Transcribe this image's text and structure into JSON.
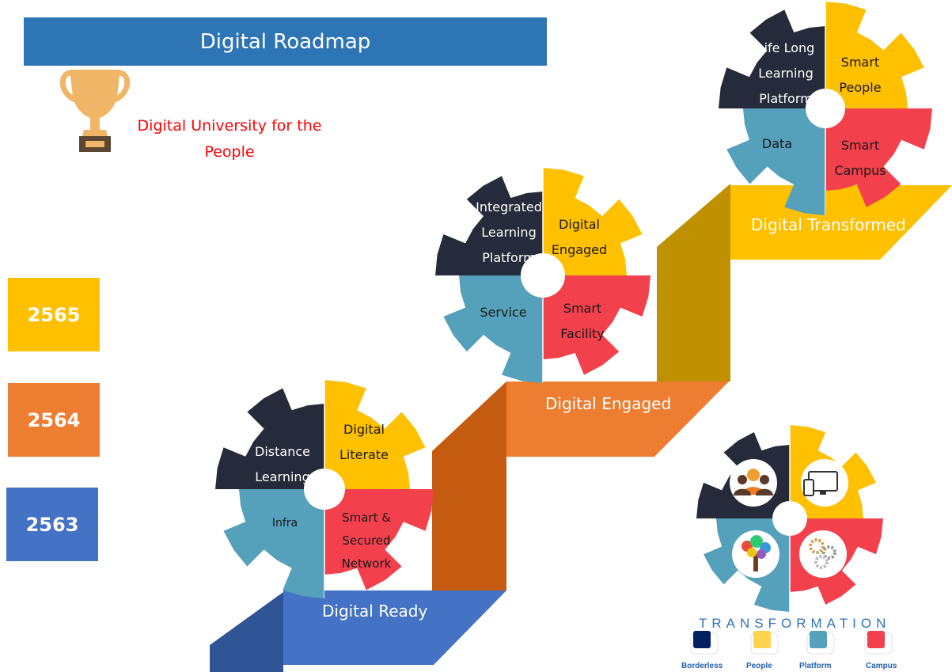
{
  "banner": {
    "title": "Digital Roadmap"
  },
  "subtitle": {
    "line1": "Digital University for the",
    "line2": "People"
  },
  "years": [
    {
      "label": "2565",
      "color": "#ffc000"
    },
    {
      "label": "2564",
      "color": "#ed7d31"
    },
    {
      "label": "2563",
      "color": "#4472c4"
    }
  ],
  "stages": {
    "ready": {
      "label": "Digital Ready",
      "color": "#4472c4"
    },
    "engaged": {
      "label": "Digital Engaged",
      "color": "#ed7d31"
    },
    "transformed": {
      "label": "Digital Transformed",
      "color": "#ffc000"
    }
  },
  "gears": {
    "ready": {
      "top_left": [
        "Distance",
        "Learning"
      ],
      "top_right": [
        "Digital",
        "Literate"
      ],
      "bottom_left": [
        "Infra"
      ],
      "bottom_right": [
        "Smart &",
        "Secured",
        "Network"
      ]
    },
    "engaged": {
      "top_left": [
        "Integrated",
        "Learning",
        "Platform"
      ],
      "top_right": [
        "Digital",
        "Engaged"
      ],
      "bottom_left": [
        "Service"
      ],
      "bottom_right": [
        "Smart",
        "Facility"
      ]
    },
    "transformed": {
      "top_left": [
        "Life Long",
        "Learning",
        "Platform"
      ],
      "top_right": [
        "Smart",
        "People"
      ],
      "bottom_left": [
        "Data"
      ],
      "bottom_right": [
        "Smart",
        "Campus"
      ]
    }
  },
  "transformation": {
    "title": "TRANSFORMATION",
    "legend": [
      "Borderless",
      "People",
      "Platform",
      "Campus"
    ],
    "icons": [
      "people-icon",
      "devices-icon",
      "tree-icon",
      "gears-icon"
    ]
  },
  "colors": {
    "navy": "#252b3a",
    "yellow": "#ffc000",
    "teal": "#55a0ba",
    "red": "#f2404c"
  }
}
